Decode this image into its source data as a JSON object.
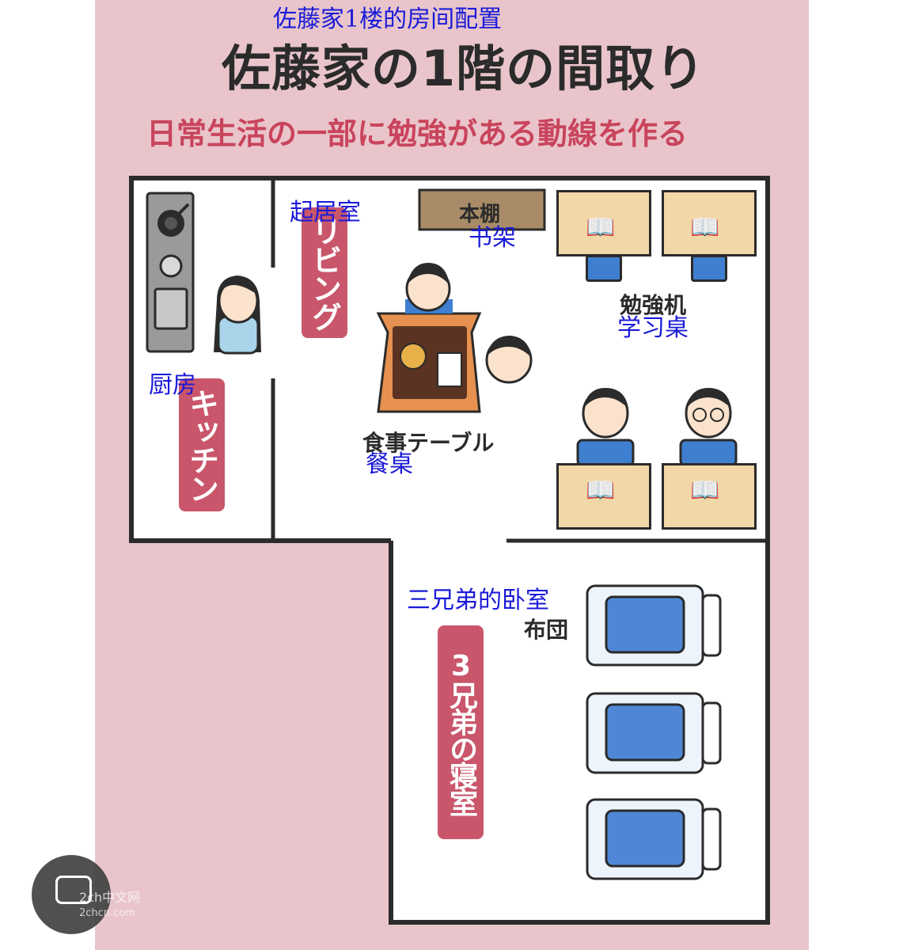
{
  "translation_title": "佐藤家1楼的房间配置",
  "title": "佐藤家の1階の間取り",
  "subtitle": "日常生活の一部に勉強がある動線を作る",
  "rooms": {
    "living": {
      "label": "リビング",
      "translation": "起居室"
    },
    "kitchen": {
      "label": "キッチン",
      "translation": "厨房"
    },
    "bedroom": {
      "label": "3兄弟の寝室",
      "translation": "三兄弟的卧室"
    }
  },
  "furniture": {
    "bookshelf": {
      "label": "本棚",
      "translation": "书架"
    },
    "desk": {
      "label": "勉強机",
      "translation": "学习桌"
    },
    "dining_table": {
      "label": "食事テーブル",
      "translation": "餐桌"
    },
    "futon": {
      "label": "布団"
    }
  },
  "watermark": {
    "line1": "2ch中文网",
    "line2": "2chcn.com"
  },
  "colors": {
    "background": "#e9c5cb",
    "label": "#c9566b",
    "translation": "#1a1ad8",
    "wall": "#2b2b2b"
  }
}
